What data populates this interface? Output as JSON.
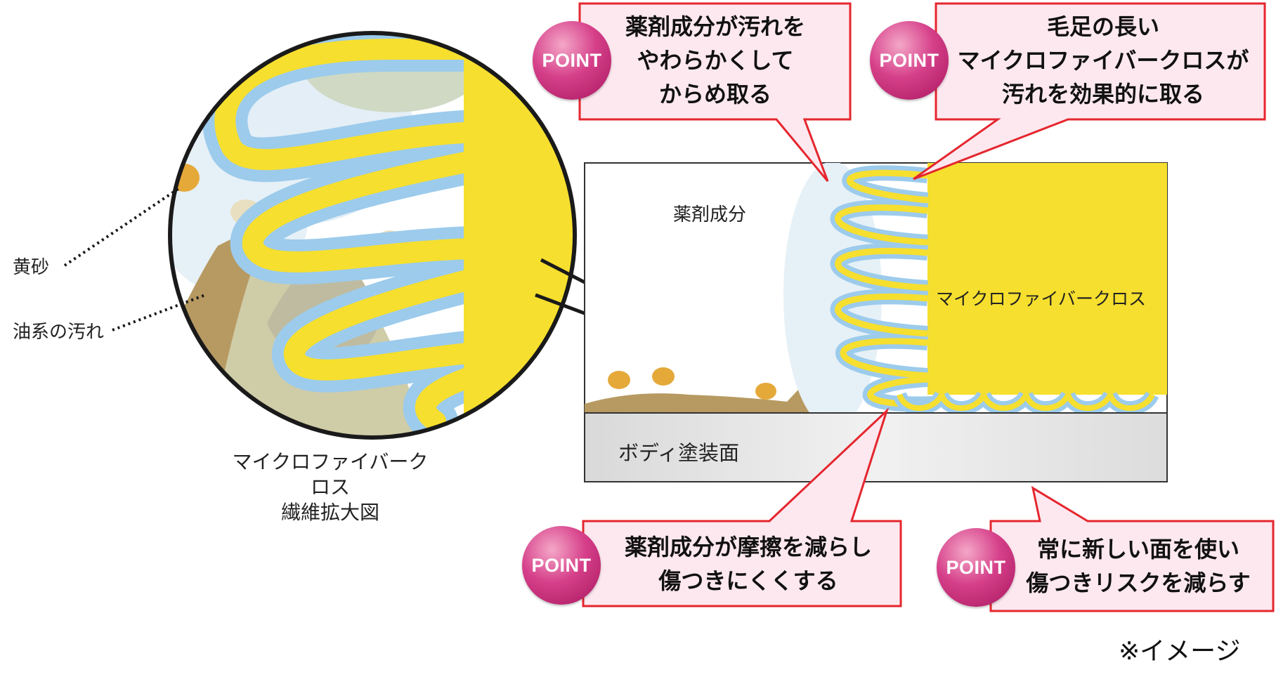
{
  "title_left_caption": [
    "マイクロファイバークロス",
    "繊維拡大図"
  ],
  "labels": {
    "sand": "黄砂",
    "oil": "油系の汚れ",
    "agent": "薬剤成分",
    "cloth": "マイクロファイバークロス",
    "body": "ボディ塗装面"
  },
  "points": {
    "badge": "POINT",
    "p1": [
      "薬剤成分が汚れを",
      "やわらかくして",
      "からめ取る"
    ],
    "p2": [
      "毛足の長い",
      "マイクロファイバークロスが",
      "汚れを効果的に取る"
    ],
    "p3": [
      "薬剤成分が摩擦を減らし",
      "傷つきにくくする"
    ],
    "p4": [
      "常に新しい面を使い",
      "傷つきリスクを減らす"
    ]
  },
  "note": "※イメージ",
  "colors": {
    "fiber_yellow": "#f6df2e",
    "fiber_blue": "#9ccbec",
    "dirt": "#b79a62",
    "sand_dot": "#e8b23a",
    "callout_border": "#e5262e",
    "callout_fill": "#fde8ef",
    "point_pink": "#d6408a"
  }
}
